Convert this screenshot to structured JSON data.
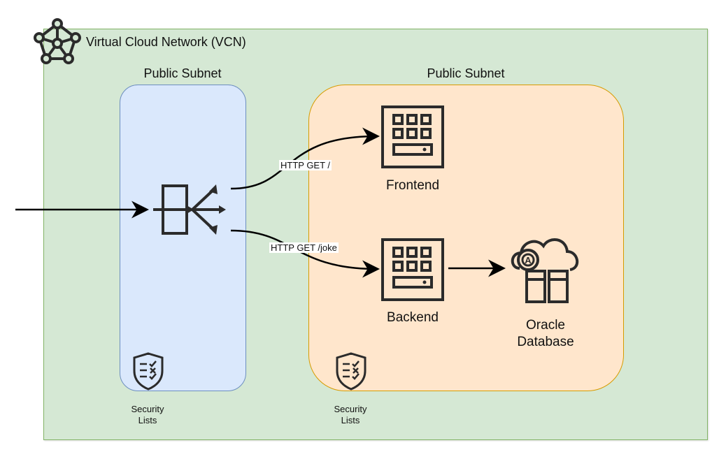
{
  "vcn": {
    "title": "Virtual Cloud Network (VCN)"
  },
  "subnets": [
    {
      "label": "Public Subnet",
      "security_label_line1": "Security",
      "security_label_line2": "Lists"
    },
    {
      "label": "Public Subnet",
      "security_label_line1": "Security",
      "security_label_line2": "Lists"
    }
  ],
  "nodes": {
    "frontend": "Frontend",
    "backend": "Backend",
    "database_line1": "Oracle",
    "database_line2": "Database"
  },
  "edges": {
    "to_frontend": "HTTP GET /",
    "to_backend": "HTTP GET /joke"
  },
  "colors": {
    "vcn_fill": "#d5e8d4",
    "subnet_blue_fill": "#dae8fc",
    "subnet_orange_fill": "#ffe6cc",
    "icon_stroke": "#2b2b2b"
  }
}
